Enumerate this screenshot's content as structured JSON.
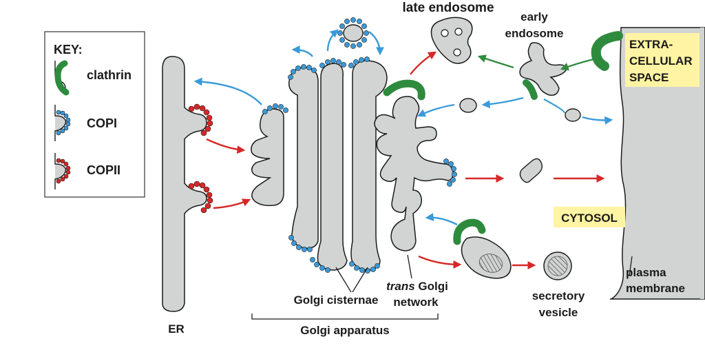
{
  "key": {
    "title": "KEY:",
    "items": [
      {
        "label": "clathrin",
        "color": "#2e8b3e"
      },
      {
        "label": "COPI",
        "color": "#3a9ad9"
      },
      {
        "label": "COPII",
        "color": "#d62828"
      }
    ]
  },
  "labels": {
    "late_endosome": "late endosome",
    "early_endosome_1": "early",
    "early_endosome_2": "endosome",
    "extracellular_1": "EXTRA-",
    "extracellular_2": "CELLULAR",
    "extracellular_3": "SPACE",
    "cytosol": "CYTOSOL",
    "plasma_membrane_1": "plasma",
    "plasma_membrane_2": "membrane",
    "secretory_vesicle_1": "secretory",
    "secretory_vesicle_2": "vesicle",
    "golgi_cisternae": "Golgi cisternae",
    "trans_italic": "trans",
    "trans_golgi": " Golgi",
    "trans_network": "network",
    "golgi_apparatus": "Golgi apparatus",
    "er": "ER"
  },
  "colors": {
    "organelle_fill": "#d2d4d3",
    "outline": "#1a1a1a",
    "highlight_box": "#fff4a3",
    "copi_blue": "#3a9ad9",
    "copii_red": "#d62828",
    "clathrin_green": "#2e8b3e"
  }
}
